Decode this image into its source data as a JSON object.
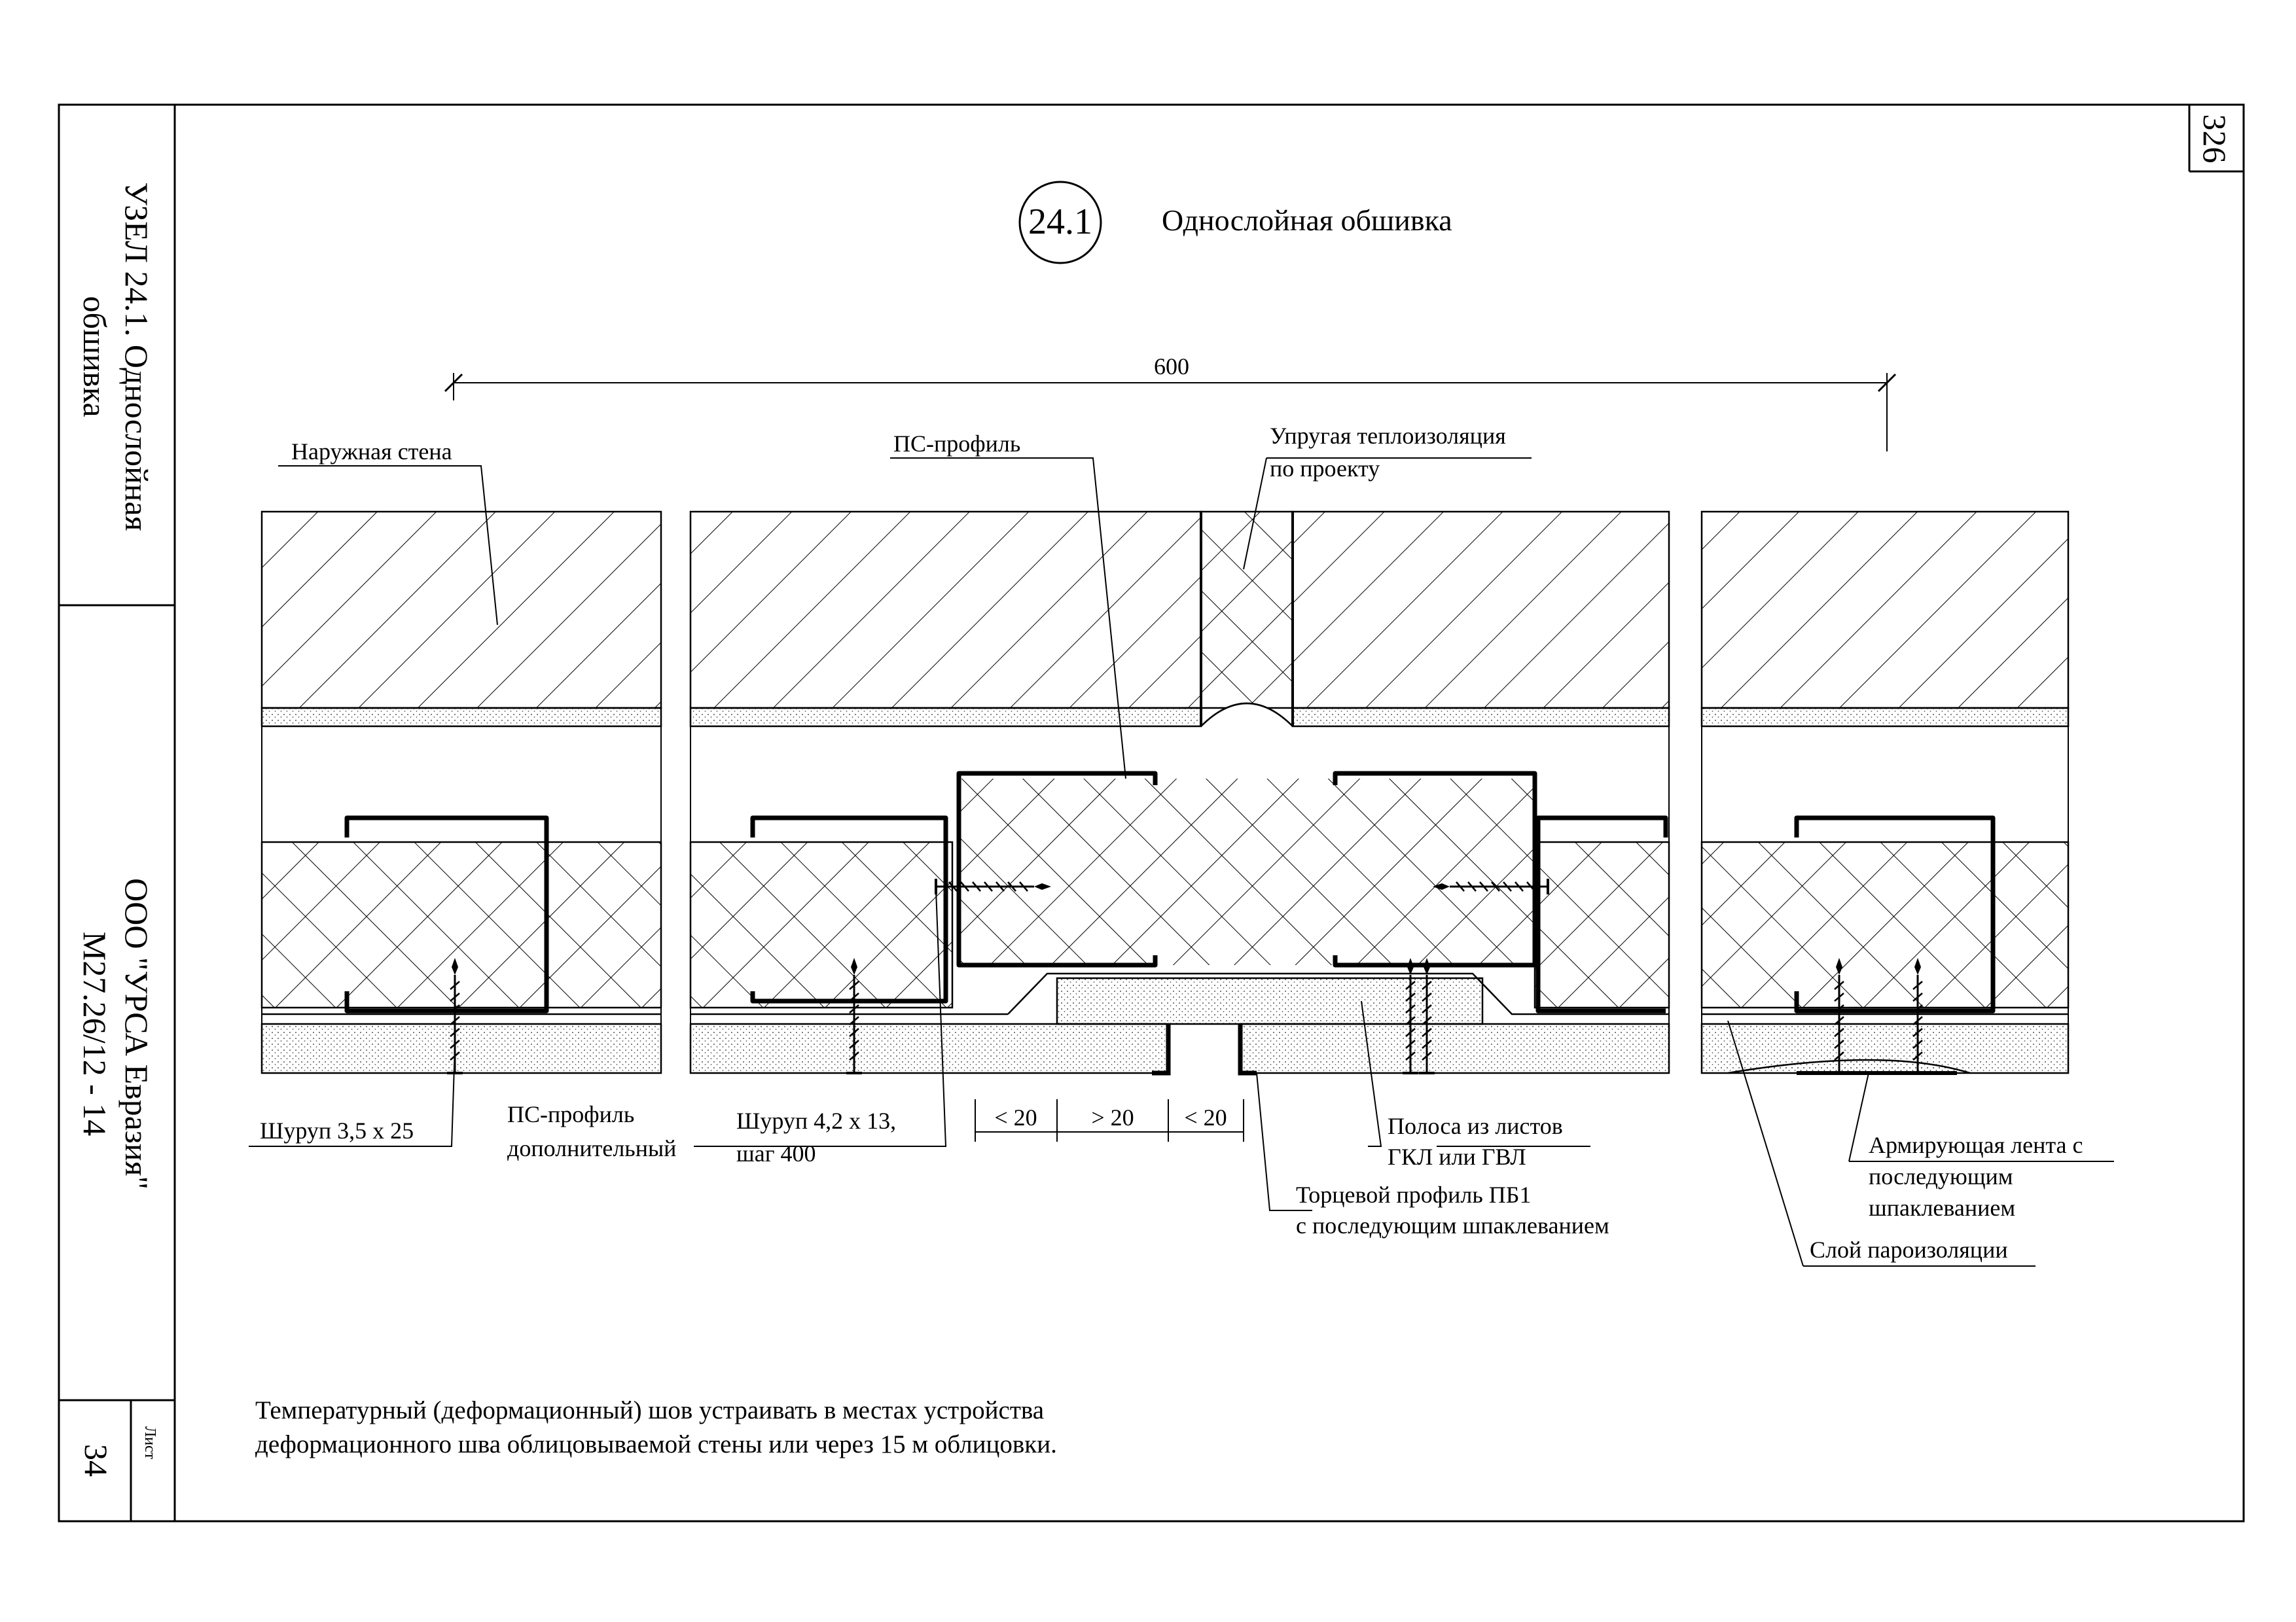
{
  "sheet": {
    "page_number": "326",
    "sheet_label": "Лист",
    "sheet_number": "34"
  },
  "side_stamp": {
    "title_line1": "УЗЕЛ 24.1. Однослойная",
    "title_line2": "обшивка",
    "org_line1": "ООО \"УРСА Евразия\"",
    "org_line2": "М27.26/12 - 14"
  },
  "heading": {
    "node_number": "24.1",
    "title": "Однослойная обшивка"
  },
  "dimensions": {
    "overall": "600",
    "gap_left": "< 20",
    "gap_mid": "> 20",
    "gap_right": "< 20"
  },
  "callouts": {
    "outer_wall": "Наружная стена",
    "ps_profile": "ПС-профиль",
    "insulation_line1": "Упругая теплоизоляция",
    "insulation_line2": "по проекту",
    "screw_35": "Шуруп 3,5 х 25",
    "ps_extra_line1": "ПС-профиль",
    "ps_extra_line2": "дополнительный",
    "screw_42_line1": "Шуруп 4,2 х 13,",
    "screw_42_line2": "шаг 400",
    "strip_line1": "Полоса из листов",
    "strip_line2": "ГКЛ или ГВЛ",
    "end_profile_line1": "Торцевой профиль ПБ1",
    "end_profile_line2": "с последующим шпаклеванием",
    "tape_line1": "Армирующая лента с",
    "tape_line2": "последующим",
    "tape_line3": "шпаклеванием",
    "vapour": "Слой пароизоляции"
  },
  "footnote": {
    "line1": "Температурный (деформационный) шов устраивать в местах устройства",
    "line2": "деформационного шва облицовываемой стены или через 15 м облицовки."
  }
}
